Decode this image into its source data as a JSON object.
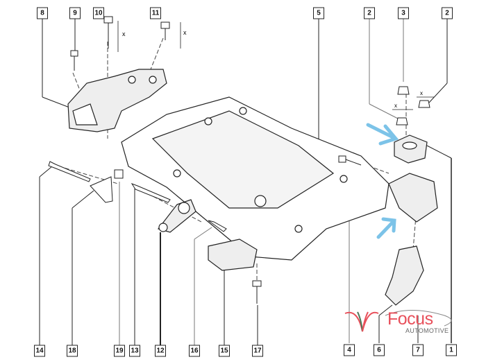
{
  "diagram": {
    "callouts_top": [
      "8",
      "9",
      "10",
      "11",
      "5",
      "2",
      "3",
      "2"
    ],
    "callouts_bottom": [
      "14",
      "18",
      "19",
      "13",
      "12",
      "16",
      "15",
      "17",
      "4",
      "6",
      "7",
      "1"
    ],
    "dimension_label": "x",
    "accent_arrow_color": "#7cc3e8"
  },
  "logo": {
    "name": "Focus",
    "tagline": "AUTOMOTIVE",
    "color": "#e8505b"
  }
}
